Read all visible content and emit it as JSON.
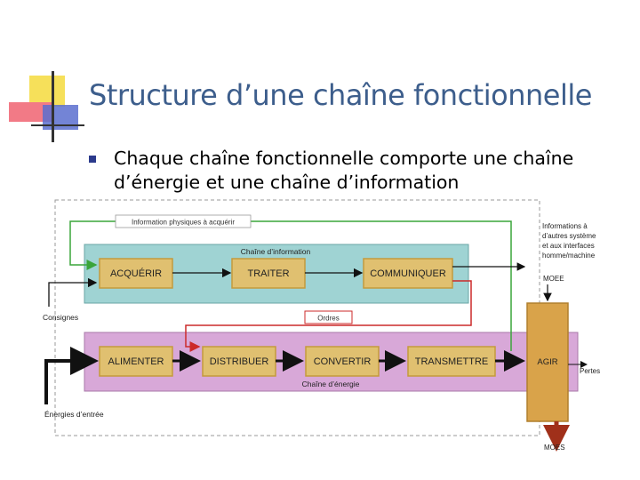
{
  "slide": {
    "title": "Structure d’une chaîne fonctionnelle",
    "bullet": "Chaque chaîne fonctionnelle comporte une chaîne d’énergie et une chaîne d’information"
  },
  "diagram": {
    "info_chain_label": "Chaîne d’information",
    "energy_chain_label": "Chaîne d’énergie",
    "info_blocks": [
      "ACQUÉRIR",
      "TRAITER",
      "COMMUNIQUER"
    ],
    "energy_blocks": [
      "ALIMENTER",
      "DISTRIBUER",
      "CONVERTIR",
      "TRANSMETTRE"
    ],
    "agir_label": "AGIR",
    "info_physiques_label": "Information physiques à acquérir",
    "ordres_label": "Ordres",
    "consignes_label": "Consignes",
    "energies_label": "Énergies d’entrée",
    "pertes_label": "Pertes",
    "moee_top": "MOEE",
    "moes_bottom": "MOES",
    "informations_lines": [
      "Informations à",
      "d’autres système",
      "et aux interfaces",
      "homme/machine"
    ]
  },
  "colors": {
    "title": "#3d5e8c",
    "info_band": "#9fd3d3",
    "energy_band": "#d8a8d8",
    "block_fill": "#e0c070",
    "block_stroke": "#c49a3c",
    "agir_fill": "#d9a34a",
    "green_arrow": "#3aa53a",
    "red_arrow": "#cc2a2a",
    "moes_arrow": "#a0301a"
  }
}
